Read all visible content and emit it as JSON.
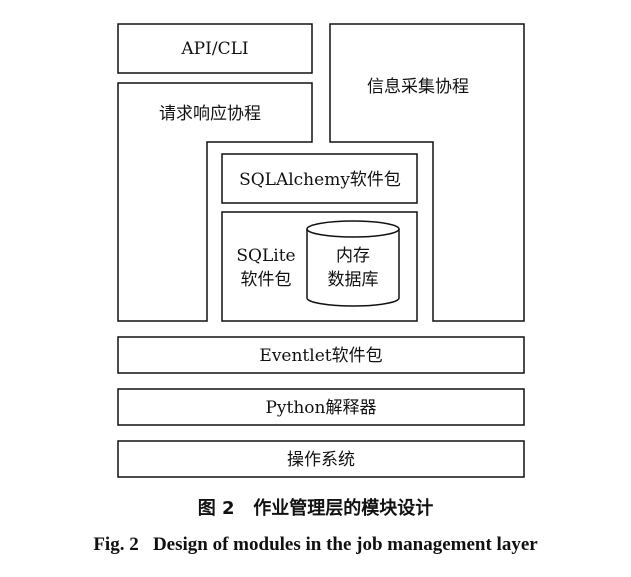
{
  "diagram": {
    "api_cli": "API/CLI",
    "info_collect": "信息采集协程",
    "request_response": "请求响应协程",
    "sqlalchemy": "SQLAlchemy软件包",
    "sqlite_line1": "SQLite",
    "sqlite_line2": "软件包",
    "memdb_line1": "内存",
    "memdb_line2": "数据库",
    "eventlet": "Eventlet软件包",
    "python": "Python解释器",
    "os": "操作系统"
  },
  "caption": {
    "cn": "图 2   作业管理层的模块设计",
    "en": "Fig. 2   Design of modules in the job management layer"
  }
}
